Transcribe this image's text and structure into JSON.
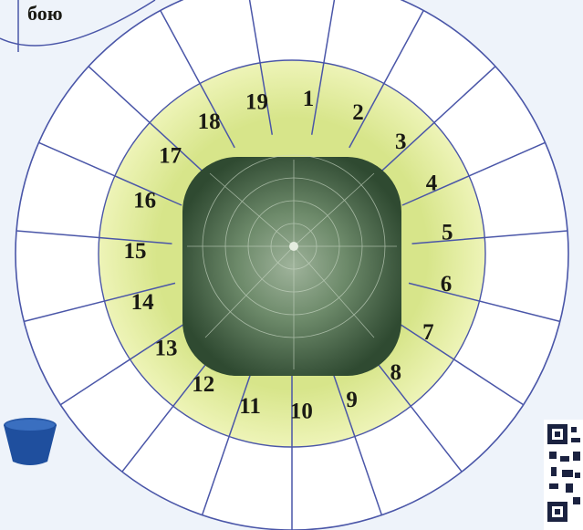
{
  "top_label": "бою",
  "wheel": {
    "sector_count": 19,
    "numbers": [
      "1",
      "2",
      "3",
      "4",
      "5",
      "6",
      "7",
      "8",
      "9",
      "10",
      "11",
      "12",
      "13",
      "14",
      "15",
      "16",
      "17",
      "18",
      "19"
    ]
  },
  "colors": {
    "background": "#eef3fa",
    "lines": "#4a56a8",
    "number_ring": "#e9f0a8",
    "center_web": "#5f7a5e",
    "cup": "#1f4f9e"
  },
  "icons": {
    "center": "spider-web-icon",
    "cup": "cup-icon",
    "qr": "qr-code-icon"
  }
}
